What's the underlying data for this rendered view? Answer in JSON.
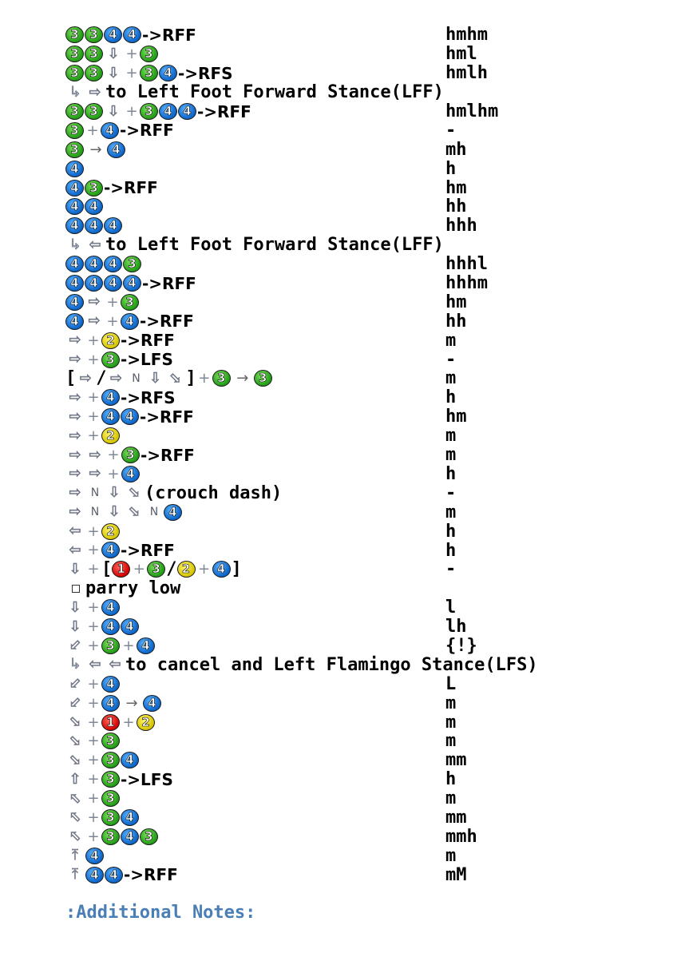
{
  "rows": [
    {
      "cmd": [
        {
          "b": "3"
        },
        {
          "b": "3"
        },
        {
          "b": "4"
        },
        {
          "b": "4"
        },
        {
          "t": "->RFF"
        }
      ],
      "dmg": "hmhm"
    },
    {
      "cmd": [
        {
          "b": "3"
        },
        {
          "b": "3"
        },
        {
          "a": "d"
        },
        {
          "p": "+"
        },
        {
          "b": "3"
        }
      ],
      "dmg": "hml"
    },
    {
      "cmd": [
        {
          "b": "3"
        },
        {
          "b": "3"
        },
        {
          "a": "d"
        },
        {
          "p": "+"
        },
        {
          "b": "3"
        },
        {
          "b": "4"
        },
        {
          "t": "->RFS"
        }
      ],
      "dmg": "hmlh"
    },
    {
      "cmd": [
        {
          "a": "sub"
        },
        {
          "a": "f"
        },
        {
          "tm": "to Left Foot Forward Stance(LFF)"
        }
      ],
      "dmg": ""
    },
    {
      "cmd": [
        {
          "b": "3"
        },
        {
          "b": "3"
        },
        {
          "a": "d"
        },
        {
          "p": "+"
        },
        {
          "b": "3"
        },
        {
          "b": "4"
        },
        {
          "b": "4"
        },
        {
          "t": "->RFF"
        }
      ],
      "dmg": "hmlhm"
    },
    {
      "cmd": [
        {
          "b": "3"
        },
        {
          "p": "+"
        },
        {
          "b": "4"
        },
        {
          "t": "->RFF"
        }
      ],
      "dmg": "-"
    },
    {
      "cmd": [
        {
          "b": "3"
        },
        {
          "fl": "→"
        },
        {
          "b": "4"
        }
      ],
      "dmg": "mh"
    },
    {
      "cmd": [
        {
          "b": "4"
        }
      ],
      "dmg": "h"
    },
    {
      "cmd": [
        {
          "b": "4"
        },
        {
          "b": "3"
        },
        {
          "t": "->RFF"
        }
      ],
      "dmg": "hm"
    },
    {
      "cmd": [
        {
          "b": "4"
        },
        {
          "b": "4"
        }
      ],
      "dmg": "hh"
    },
    {
      "cmd": [
        {
          "b": "4"
        },
        {
          "b": "4"
        },
        {
          "b": "4"
        }
      ],
      "dmg": "hhh"
    },
    {
      "cmd": [
        {
          "a": "sub"
        },
        {
          "a": "b"
        },
        {
          "tm": "to Left Foot Forward Stance(LFF)"
        }
      ],
      "dmg": ""
    },
    {
      "cmd": [
        {
          "b": "4"
        },
        {
          "b": "4"
        },
        {
          "b": "4"
        },
        {
          "b": "3"
        }
      ],
      "dmg": "hhhl"
    },
    {
      "cmd": [
        {
          "b": "4"
        },
        {
          "b": "4"
        },
        {
          "b": "4"
        },
        {
          "b": "4"
        },
        {
          "t": "->RFF"
        }
      ],
      "dmg": "hhhm"
    },
    {
      "cmd": [
        {
          "b": "4"
        },
        {
          "a": "f"
        },
        {
          "p": "+"
        },
        {
          "b": "3"
        }
      ],
      "dmg": "hm"
    },
    {
      "cmd": [
        {
          "b": "4"
        },
        {
          "a": "f"
        },
        {
          "p": "+"
        },
        {
          "b": "4"
        },
        {
          "t": "->RFF"
        }
      ],
      "dmg": "hh"
    },
    {
      "cmd": [
        {
          "a": "f"
        },
        {
          "p": "+"
        },
        {
          "b": "2"
        },
        {
          "t": "->RFF"
        }
      ],
      "dmg": "m"
    },
    {
      "cmd": [
        {
          "a": "f"
        },
        {
          "p": "+"
        },
        {
          "b": "3"
        },
        {
          "t": "->LFS"
        }
      ],
      "dmg": "-"
    },
    {
      "cmd": [
        {
          "s": "["
        },
        {
          "a": "f"
        },
        {
          "s": "/"
        },
        {
          "a": "f"
        },
        {
          "n": "N"
        },
        {
          "a": "d"
        },
        {
          "a": "df"
        },
        {
          "s": "]"
        },
        {
          "p": "+"
        },
        {
          "b": "3"
        },
        {
          "fl": "→"
        },
        {
          "b": "3"
        }
      ],
      "dmg": "m"
    },
    {
      "cmd": [
        {
          "a": "f"
        },
        {
          "p": "+"
        },
        {
          "b": "4"
        },
        {
          "t": "->RFS"
        }
      ],
      "dmg": "h"
    },
    {
      "cmd": [
        {
          "a": "f"
        },
        {
          "p": "+"
        },
        {
          "b": "4"
        },
        {
          "b": "4"
        },
        {
          "t": "->RFF"
        }
      ],
      "dmg": "hm"
    },
    {
      "cmd": [
        {
          "a": "F"
        },
        {
          "p": "+"
        },
        {
          "b": "2"
        }
      ],
      "dmg": "m"
    },
    {
      "cmd": [
        {
          "a": "f"
        },
        {
          "a": "f"
        },
        {
          "p": "+"
        },
        {
          "b": "3"
        },
        {
          "t": "->RFF"
        }
      ],
      "dmg": "m"
    },
    {
      "cmd": [
        {
          "a": "f"
        },
        {
          "a": "f"
        },
        {
          "p": "+"
        },
        {
          "b": "4"
        }
      ],
      "dmg": "h"
    },
    {
      "cmd": [
        {
          "a": "f"
        },
        {
          "n": "N"
        },
        {
          "a": "d"
        },
        {
          "a": "df"
        },
        {
          "tm": "(crouch dash)"
        }
      ],
      "dmg": "-"
    },
    {
      "cmd": [
        {
          "a": "f"
        },
        {
          "n": "N"
        },
        {
          "a": "d"
        },
        {
          "a": "df"
        },
        {
          "n": "N"
        },
        {
          "b": "4"
        }
      ],
      "dmg": "m"
    },
    {
      "cmd": [
        {
          "a": "b"
        },
        {
          "p": "+"
        },
        {
          "b": "2"
        }
      ],
      "dmg": "h"
    },
    {
      "cmd": [
        {
          "a": "b"
        },
        {
          "p": "+"
        },
        {
          "b": "4"
        },
        {
          "t": "->RFF"
        }
      ],
      "dmg": "h"
    },
    {
      "cmd": [
        {
          "a": "d"
        },
        {
          "p": "+"
        },
        {
          "s": "["
        },
        {
          "b": "1"
        },
        {
          "p": "+"
        },
        {
          "b": "3"
        },
        {
          "s": "/"
        },
        {
          "b": "2"
        },
        {
          "p": "+"
        },
        {
          "b": "4"
        },
        {
          "s": "]"
        }
      ],
      "dmg": "-"
    },
    {
      "cmd": [
        {
          "sq": ""
        },
        {
          "tm": "parry low"
        }
      ],
      "dmg": ""
    },
    {
      "cmd": [
        {
          "a": "d"
        },
        {
          "p": "+"
        },
        {
          "b": "4"
        }
      ],
      "dmg": "l"
    },
    {
      "cmd": [
        {
          "a": "d"
        },
        {
          "p": "+"
        },
        {
          "b": "4"
        },
        {
          "b": "4"
        }
      ],
      "dmg": "lh"
    },
    {
      "cmd": [
        {
          "a": "db"
        },
        {
          "p": "+"
        },
        {
          "b": "3"
        },
        {
          "p": "+"
        },
        {
          "b": "4"
        }
      ],
      "dmg": "{!}"
    },
    {
      "cmd": [
        {
          "a": "sub"
        },
        {
          "a": "b"
        },
        {
          "a": "b"
        },
        {
          "tm": "to cancel and Left Flamingo Stance(LFS)"
        }
      ],
      "dmg": ""
    },
    {
      "cmd": [
        {
          "a": "db"
        },
        {
          "p": "+"
        },
        {
          "b": "4"
        }
      ],
      "dmg": "L"
    },
    {
      "cmd": [
        {
          "a": "db"
        },
        {
          "p": "+"
        },
        {
          "b": "4"
        },
        {
          "fl": "→"
        },
        {
          "b": "4"
        }
      ],
      "dmg": "m"
    },
    {
      "cmd": [
        {
          "a": "df"
        },
        {
          "p": "+"
        },
        {
          "b": "1"
        },
        {
          "p": "+"
        },
        {
          "b": "2"
        }
      ],
      "dmg": "m"
    },
    {
      "cmd": [
        {
          "a": "df"
        },
        {
          "p": "+"
        },
        {
          "b": "3"
        }
      ],
      "dmg": "m"
    },
    {
      "cmd": [
        {
          "a": "df"
        },
        {
          "p": "+"
        },
        {
          "b": "3"
        },
        {
          "b": "4"
        }
      ],
      "dmg": "mm"
    },
    {
      "cmd": [
        {
          "a": "u"
        },
        {
          "p": "+"
        },
        {
          "b": "3"
        },
        {
          "t": "->LFS"
        }
      ],
      "dmg": "h"
    },
    {
      "cmd": [
        {
          "a": "ub"
        },
        {
          "p": "+"
        },
        {
          "b": "3"
        }
      ],
      "dmg": "m"
    },
    {
      "cmd": [
        {
          "a": "ub"
        },
        {
          "p": "+"
        },
        {
          "b": "3"
        },
        {
          "b": "4"
        }
      ],
      "dmg": "mm"
    },
    {
      "cmd": [
        {
          "a": "ub"
        },
        {
          "p": "+"
        },
        {
          "b": "3"
        },
        {
          "b": "4"
        },
        {
          "b": "3"
        }
      ],
      "dmg": "mmh"
    },
    {
      "cmd": [
        {
          "a": "uu"
        },
        {
          "b": "4"
        }
      ],
      "dmg": "m"
    },
    {
      "cmd": [
        {
          "a": "uu"
        },
        {
          "b": "4"
        },
        {
          "b": "4"
        },
        {
          "t": "->RFF"
        }
      ],
      "dmg": "mM"
    }
  ],
  "notes_heading": ":Additional Notes:",
  "icons": {
    "d": "⇩",
    "f": "⇨",
    "F": "⇨",
    "b": "⇦",
    "u": "⇧",
    "uu": "⤒",
    "db": "⬃",
    "df": "⬂",
    "ub": "⬁",
    "sub": "↳"
  },
  "button_colors": {
    "1": "#d40000",
    "2": "#d6c400",
    "3": "#1f9a14",
    "4": "#0a63c8"
  }
}
